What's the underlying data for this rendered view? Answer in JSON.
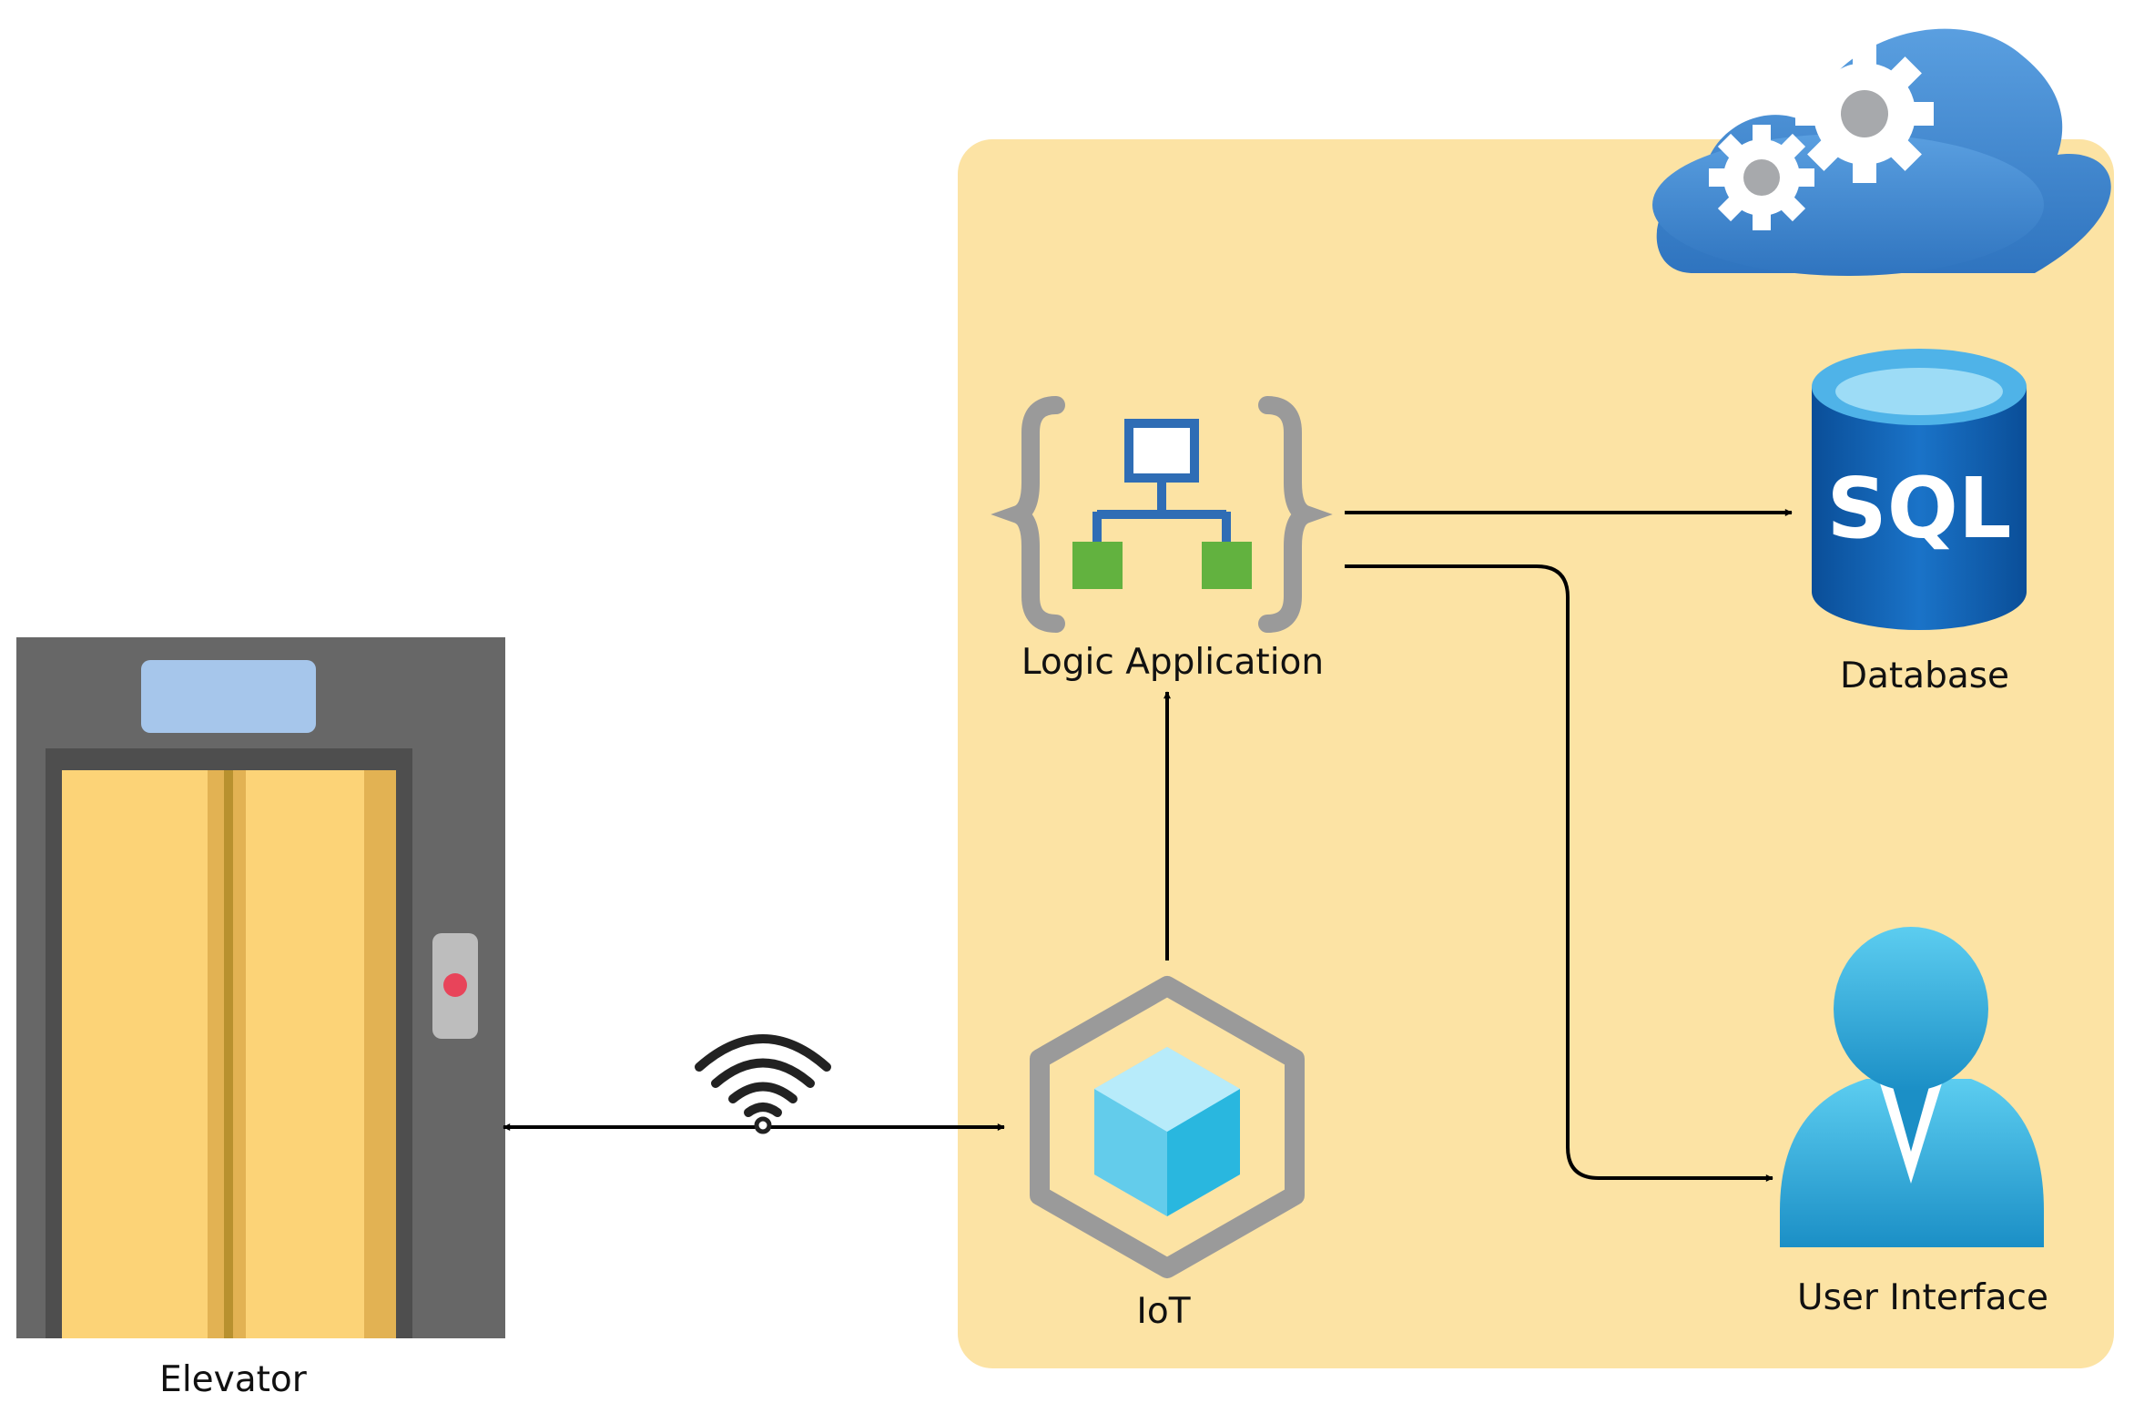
{
  "colors": {
    "cloud_panel": "#FCE3A4",
    "arrow": "#000000",
    "elevator_frame": "#676767",
    "elevator_door": "#FCD377",
    "elevator_door_shade": "#E2B253",
    "elevator_display": "#A6C6EB",
    "elevator_button": "#E8445A",
    "cloud_blue": "#3C86CC",
    "sql_blue": "#0B5FB3",
    "iot_grey": "#999999",
    "user_blue": "#2AA7D8",
    "logic_blue": "#2F6DB5",
    "logic_green": "#62B23F"
  },
  "nodes": {
    "elevator": {
      "label": "Elevator",
      "icon": "elevator-icon"
    },
    "iot": {
      "label": "IoT",
      "icon": "iot-hub-icon"
    },
    "logic_app": {
      "label": "Logic Application",
      "icon": "logic-app-icon"
    },
    "database": {
      "label": "Database",
      "icon": "sql-database-icon"
    },
    "user_interface": {
      "label": "User Interface",
      "icon": "user-icon"
    },
    "cloud": {
      "icon": "cloud-gears-icon"
    },
    "wireless": {
      "icon": "wifi-icon"
    }
  },
  "edges": [
    {
      "from": "elevator",
      "to": "iot",
      "direction": "bidirectional",
      "via": "wireless"
    },
    {
      "from": "iot",
      "to": "logic_app",
      "direction": "forward"
    },
    {
      "from": "logic_app",
      "to": "database",
      "direction": "forward"
    },
    {
      "from": "logic_app",
      "to": "user_interface",
      "direction": "forward"
    }
  ]
}
